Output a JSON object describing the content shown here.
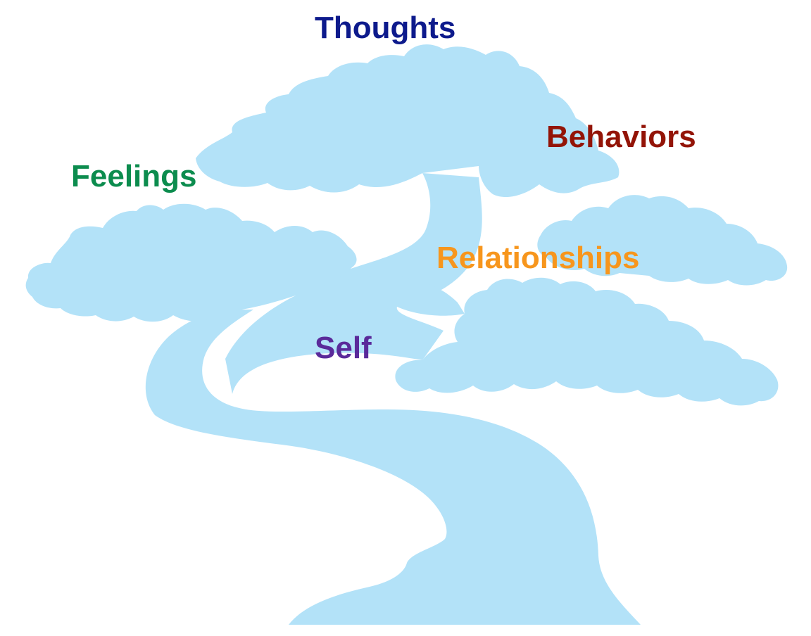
{
  "tree": {
    "fill_color": "#b3e2f8"
  },
  "labels": {
    "thoughts": {
      "text": "Thoughts",
      "color": "#0d1a8c"
    },
    "behaviors": {
      "text": "Behaviors",
      "color": "#931407"
    },
    "feelings": {
      "text": "Feelings",
      "color": "#0c8c4e"
    },
    "relationships": {
      "text": "Relationships",
      "color": "#f7961d"
    },
    "self": {
      "text": "Self",
      "color": "#5a2a9a"
    }
  }
}
